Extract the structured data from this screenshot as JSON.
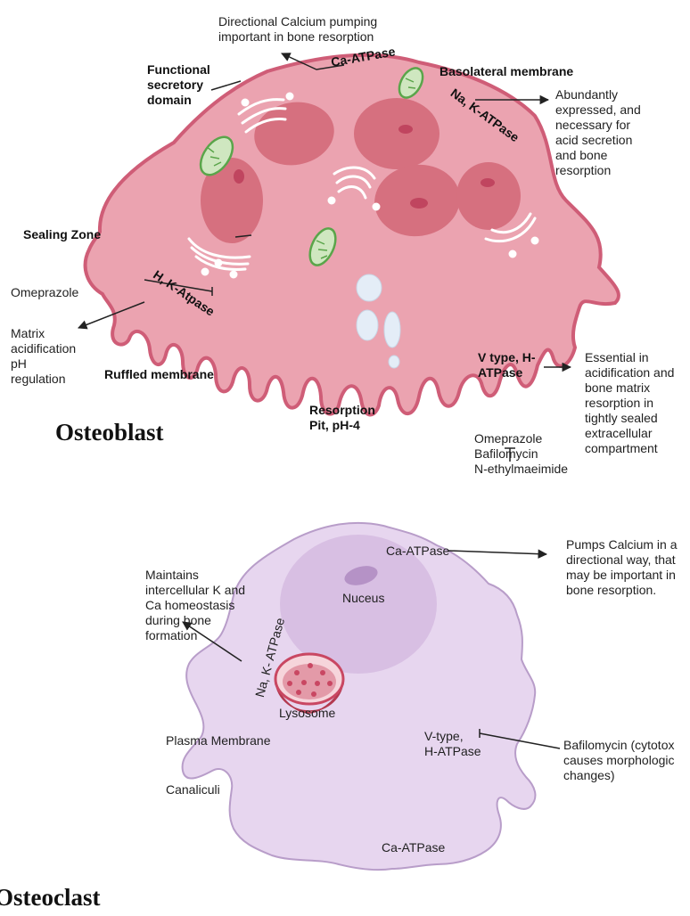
{
  "top_cell": {
    "title": "Osteoblast",
    "labels": {
      "directional_calcium": "Directional Calcium pumping\nimportant in bone resorption",
      "functional_secretory": "Functional\nsecretory\ndomain",
      "ca_atpase": "Ca-ATPase",
      "basolateral": "Basolateral membrane",
      "na_k_atpase": "Na,  K-ATPase",
      "abundantly": "Abundantly\nexpressed, and\nnecessary for\nacid secretion\nand bone\nresorption",
      "sealing_zone": "Sealing Zone",
      "omeprazole": "Omeprazole",
      "h_k_atpase": "H, K-Atpase",
      "matrix": "Matrix\nacidification\npH\nregulation",
      "ruffled": "Ruffled membrane",
      "v_type": "V type, H-\nATPase",
      "essential": "Essential in\nacidification and\nbone matrix\nresorption in\ntightly sealed\nextracellular\ncompartment",
      "resorption_pit": "Resorption\nPit, pH-4",
      "inhibitors": "Omeprazole\nBafilomycin\nN-ethylmaeimide"
    }
  },
  "bottom_cell": {
    "title": "Osteoclast",
    "labels": {
      "ca_atpase_top": "Ca-ATPase",
      "pumps": "Pumps Calcium in a\ndirectional way, that\nmay be important in\nbone resorption.",
      "maintains": "Maintains\nintercellular K and\nCa homeostasis\nduring bone\nformation",
      "nucleus": "Nuceus",
      "na_k_atpase": "Na, K- ATPase",
      "lysosome": "Lysosome",
      "plasma": "Plasma Membrane",
      "v_type": "V-type,\nH-ATPase",
      "bafilomycin": "Bafilomycin (cytotox\ncauses morphologic\nchanges)",
      "canaliculi": "Canaliculi",
      "ca_atpase_bottom": "Ca-ATPase"
    }
  },
  "colors": {
    "top_fill": "#eba3b0",
    "top_stroke": "#cf5d77",
    "nucleus": "#d6707f",
    "nucleolus": "#c0455f",
    "mito_fill": "#cfe7c0",
    "mito_stroke": "#5aa54a",
    "bottom_fill": "#e7d6ef",
    "bottom_stroke": "#b89dc9",
    "bottom_nucleus": "#d8bfe3",
    "lysosome": "#c94762"
  }
}
